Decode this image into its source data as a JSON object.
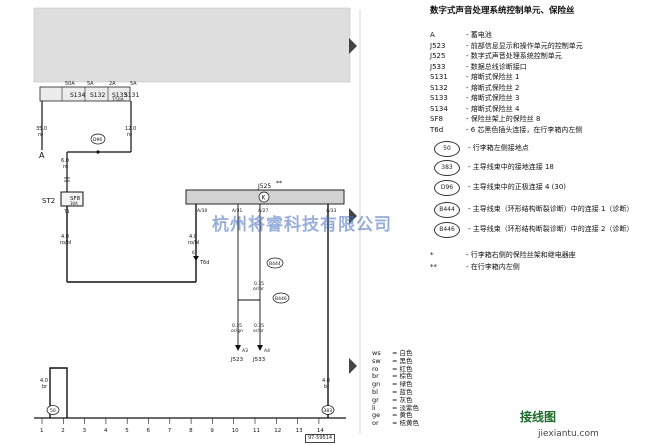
{
  "legend": {
    "title": "数字式声音处理系统控制单元、保险丝",
    "components": [
      {
        "code": "A",
        "desc": "- 蓄电池"
      },
      {
        "code": "J523",
        "desc": "- 前部信息显示和操作单元的控制单元"
      },
      {
        "code": "J525",
        "desc": "- 数字式声音处理系统控制单元"
      },
      {
        "code": "J533",
        "desc": "- 数据总线诊断接口"
      },
      {
        "code": "S131",
        "desc": "- 熔断式保险丝 1"
      },
      {
        "code": "S132",
        "desc": "- 熔断式保险丝 2"
      },
      {
        "code": "S133",
        "desc": "- 熔断式保险丝 3"
      },
      {
        "code": "S134",
        "desc": "- 熔断式保险丝 4"
      },
      {
        "code": "SF8",
        "desc": "- 保险丝架上的保险丝 8"
      },
      {
        "code": "T6d",
        "desc": "- 6 芯黑色插头连接，在行李箱内左侧"
      }
    ],
    "symbols": [
      {
        "label": "50",
        "desc": "- 行李箱左侧接地点"
      },
      {
        "label": "383",
        "desc": "- 主导线束中的接地连接 18"
      },
      {
        "label": "D96",
        "desc": "- 主导线束中的正极连接 4 (30)"
      },
      {
        "label": "B444",
        "desc": "- 主导线束（环形结构断裂诊断）中的连接 1（诊断）"
      },
      {
        "label": "B446",
        "desc": "- 主导线束（环形结构断裂诊断）中的连接 2（诊断）"
      }
    ],
    "notes": [
      {
        "mark": "*",
        "desc": "- 行李箱右侧的保险丝架和继电器座"
      },
      {
        "mark": "**",
        "desc": "- 在行李箱内左侧"
      }
    ]
  },
  "wire_colors": [
    {
      "code": "ws",
      "name": "= 白色"
    },
    {
      "code": "sw",
      "name": "= 黑色"
    },
    {
      "code": "ro",
      "name": "= 红色"
    },
    {
      "code": "br",
      "name": "= 棕色"
    },
    {
      "code": "gn",
      "name": "= 绿色"
    },
    {
      "code": "bl",
      "name": "= 蓝色"
    },
    {
      "code": "gr",
      "name": "= 灰色"
    },
    {
      "code": "li",
      "name": "= 淡紫色"
    },
    {
      "code": "ge",
      "name": "= 黄色"
    },
    {
      "code": "or",
      "name": "= 桔黄色"
    }
  ],
  "diagram": {
    "fuses": {
      "s134": "S134",
      "s132": "S132",
      "s133": "S133",
      "s131": "S131"
    },
    "fuse_amps": {
      "a1": "50A",
      "a2": "5A",
      "a3": "2A",
      "a4": "5A"
    },
    "fuse_sub": "150A",
    "ref_383": "383",
    "ref_a": "A",
    "wire_left": {
      "size": "35.0",
      "color": "ro"
    },
    "wire_right": {
      "size": "12.0",
      "color": "ro"
    },
    "d96": "D96",
    "wire_30": {
      "size": "6.0",
      "color": "ro"
    },
    "st2": "ST2",
    "sf8": "SF8",
    "sf8_amp": "30A",
    "t30": "T1",
    "wire_robl1": {
      "size": "4.0",
      "color": "ro/bl"
    },
    "wire_robl2": {
      "size": "4.0",
      "color": "ro/bl"
    },
    "j525": "J525",
    "j525_marker": "**",
    "pin_a10": "A/30",
    "pin_a31": "A/31",
    "pin_a27": "A/27",
    "pin_a33": "A/33",
    "tbd": "T6d",
    "tbd_pin": "6",
    "b444": "B444",
    "b446": "B446",
    "wire_or1": {
      "size": "0.35",
      "color": "or/br"
    },
    "wire_or2": {
      "size": "0.35",
      "color": "or/gn"
    },
    "wire_or3": {
      "size": "0.35",
      "color": "or/br"
    },
    "wire_or4": {
      "size": "0.35",
      "color": "or/gn"
    },
    "j523": "J523",
    "j533": "J533",
    "pin_a3": "A3",
    "pin_a4": "A4",
    "wire_br1": {
      "size": "4.0",
      "color": "br"
    },
    "wire_br2": {
      "size": "4.0",
      "color": "br"
    },
    "gnd_50": "50",
    "gnd_383": "383",
    "bottom_numbers": [
      "1",
      "2",
      "3",
      "4",
      "5",
      "6",
      "7",
      "8",
      "9",
      "10",
      "11",
      "12",
      "13",
      "14"
    ],
    "ref_code": "97-59514"
  },
  "watermark": "杭州将睿科技有限公司",
  "logo": "接线图",
  "logo_url": "jiexiantu.com"
}
